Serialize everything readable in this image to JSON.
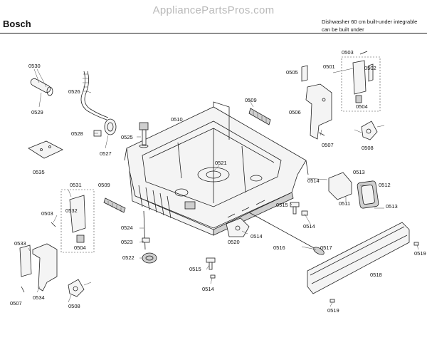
{
  "watermark": "AppliancePartsPros.com",
  "header": {
    "brand": "Bosch",
    "description_line1": "Dishwasher 60 cm built-under integrable",
    "description_line2": "can be built under"
  },
  "callouts": {
    "c0530": "0530",
    "c0529": "0529",
    "c0526": "0526",
    "c0528": "0528",
    "c0527": "0527",
    "c0535": "0535",
    "c0525": "0525",
    "c0510": "0510",
    "c0509a": "0509",
    "c0521": "0521",
    "c0505": "0505",
    "c0506": "0506",
    "c0503a": "0503",
    "c0501": "0501",
    "c0502": "0502",
    "c0504a": "0504",
    "c0507a": "0507",
    "c0508a": "0508",
    "c0514a": "0514",
    "c0513a": "0513",
    "c0512": "0512",
    "c0511": "0511",
    "c0513b": "0513",
    "c0515a": "0515",
    "c0514b": "0514",
    "c0514c": "0514",
    "c0520": "0520",
    "c0516": "0516",
    "c0517": "0517",
    "c0519a": "0519",
    "c0518": "0518",
    "c0519b": "0519",
    "c0515b": "0515",
    "c0514d": "0514",
    "c0531": "0531",
    "c0509b": "0509",
    "c0532": "0532",
    "c0503b": "0503",
    "c0504b": "0504",
    "c0533": "0533",
    "c0524": "0524",
    "c0523": "0523",
    "c0522": "0522",
    "c0507b": "0507",
    "c0534": "0534",
    "c0508b": "0508"
  }
}
